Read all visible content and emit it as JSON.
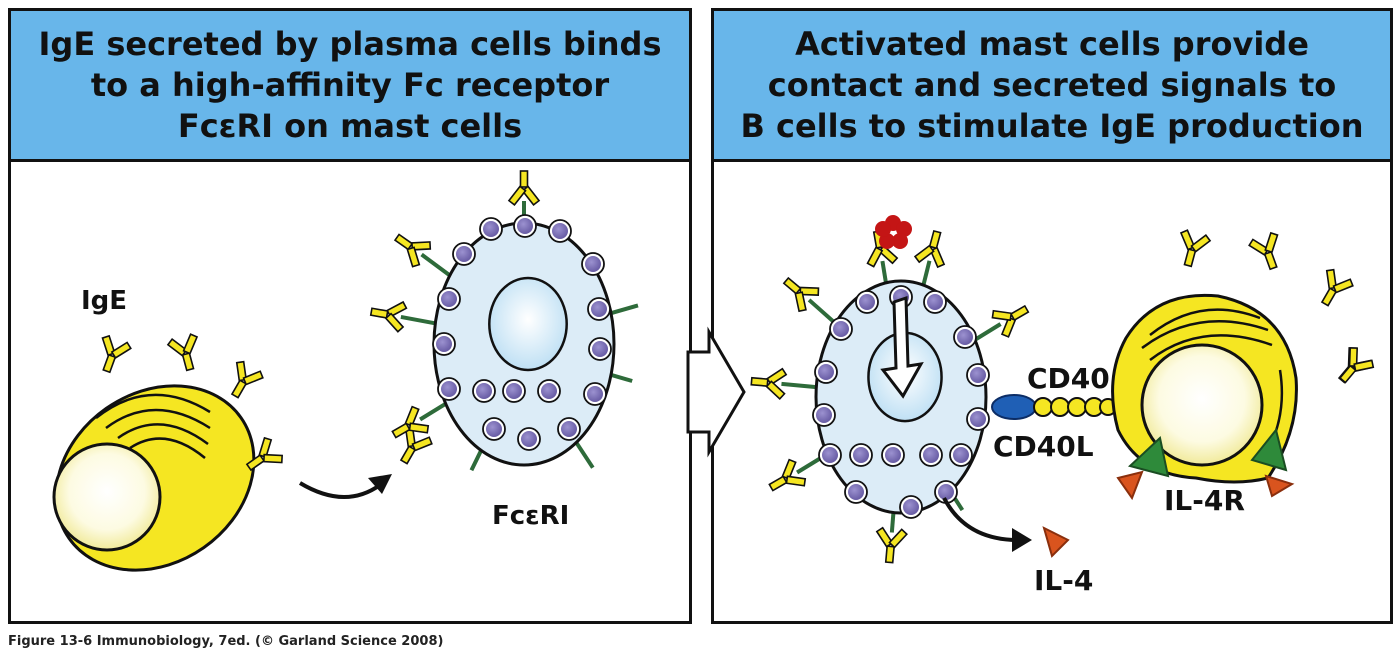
{
  "panels": [
    {
      "header": [
        "IgE secreted by plasma cells binds",
        "to a high-affinity Fc receptor",
        "FcεRI on mast cells"
      ]
    },
    {
      "header": [
        "Activated mast cells provide",
        "contact and secreted signals to",
        "B cells to stimulate IgE production"
      ]
    }
  ],
  "labels": {
    "ige": "IgE",
    "fceri": "FcεRI",
    "cd40": "CD40",
    "cd40l": "CD40L",
    "il4r": "IL-4R",
    "il4": "IL-4"
  },
  "caption": "Figure 13-6  Immunobiology, 7ed. (© Garland Science 2008)",
  "colors": {
    "header_blue": "#68b6ea",
    "cell_yellow": "#f5e622",
    "mast_cell_fill": "#dcecf7",
    "granule_purple": "#8074b8",
    "receptor_green": "#2e6b3a",
    "cd40l_blue": "#1f5fb5",
    "il4_orange": "#d9541e",
    "antigen_red": "#c41515"
  }
}
